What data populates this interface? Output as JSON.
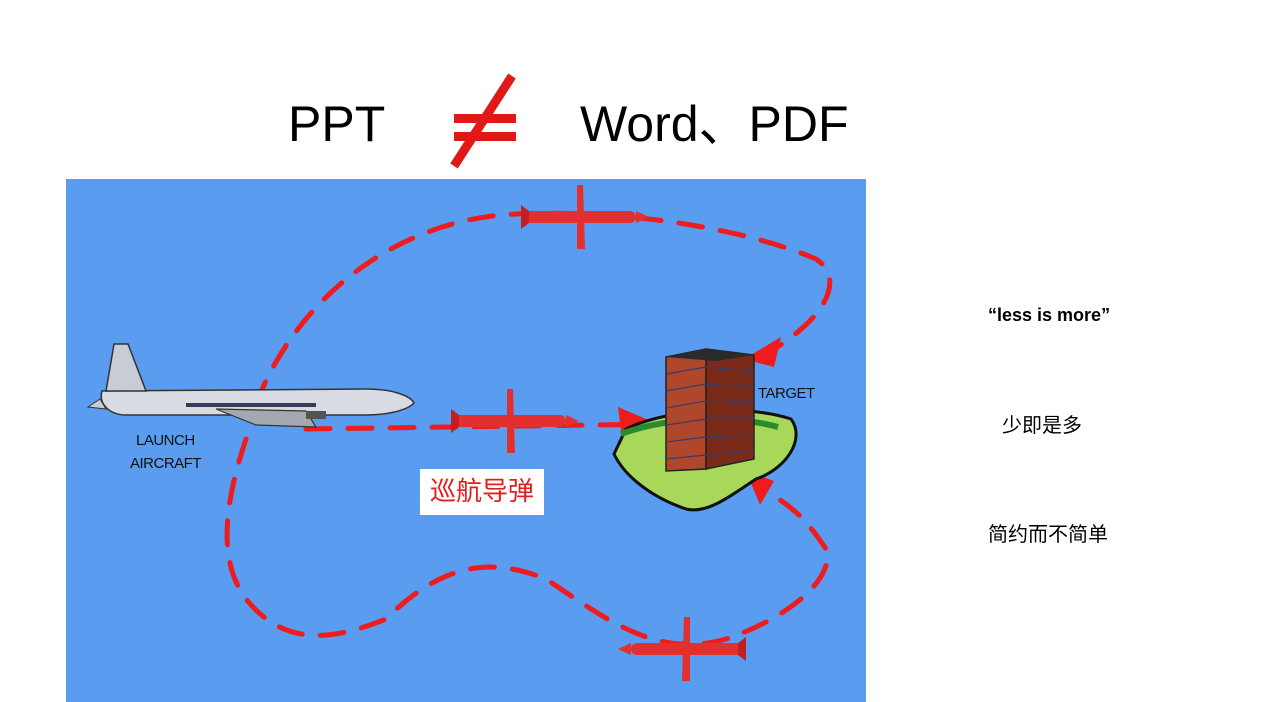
{
  "title": {
    "left": "PPT",
    "right": "Word、PDF",
    "symbol": "not-equal",
    "symbol_color": "#e01818"
  },
  "diagram": {
    "background": "#5a9cf0",
    "path_color": "#ee1c1c",
    "labels": {
      "launch_line1": "LAUNCH",
      "launch_line2": "AIRCRAFT",
      "target": "TARGET",
      "missile": "巡航导弹"
    }
  },
  "side_notes": {
    "quote": "“less is more”",
    "line2": "少即是多",
    "line3": "简约而不简单"
  }
}
